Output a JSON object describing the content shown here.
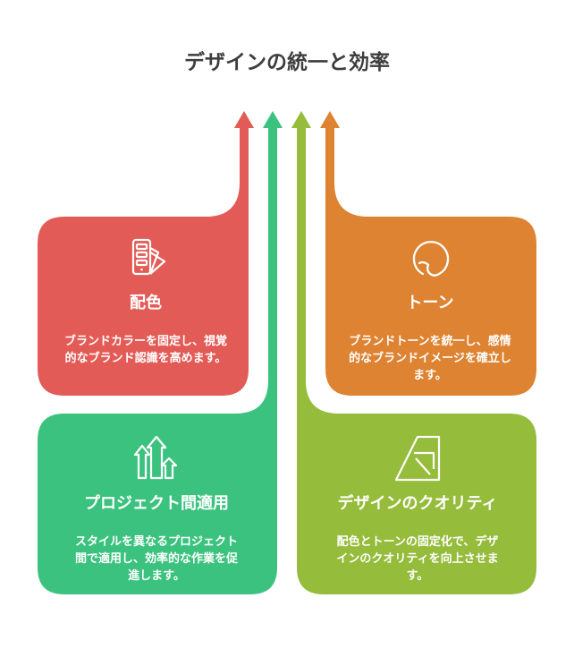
{
  "title": "デザインの統一と効率",
  "colors": {
    "red": "#E35B56",
    "orange": "#DD8331",
    "green": "#3CC27F",
    "olive": "#95BC3A",
    "title": "#3D3D3D"
  },
  "cards": [
    {
      "title": "配色",
      "description": "ブランドカラーを固定し、視覚的なブランド認識を高めます。",
      "icon": "color-palette-icon"
    },
    {
      "title": "トーン",
      "description": "ブランドトーンを統一し、感情的なブランドイメージを確立します。",
      "icon": "tone-circle-icon"
    },
    {
      "title": "プロジェクト間適用",
      "description": "スタイルを異なるプロジェクト間で適用し、効率的な作業を促進します。",
      "icon": "arrows-up-icon"
    },
    {
      "title": "デザインのクオリティ",
      "description": "配色とトーンの固定化で、デザインのクオリティを向上させます。",
      "icon": "quality-shape-icon"
    }
  ]
}
